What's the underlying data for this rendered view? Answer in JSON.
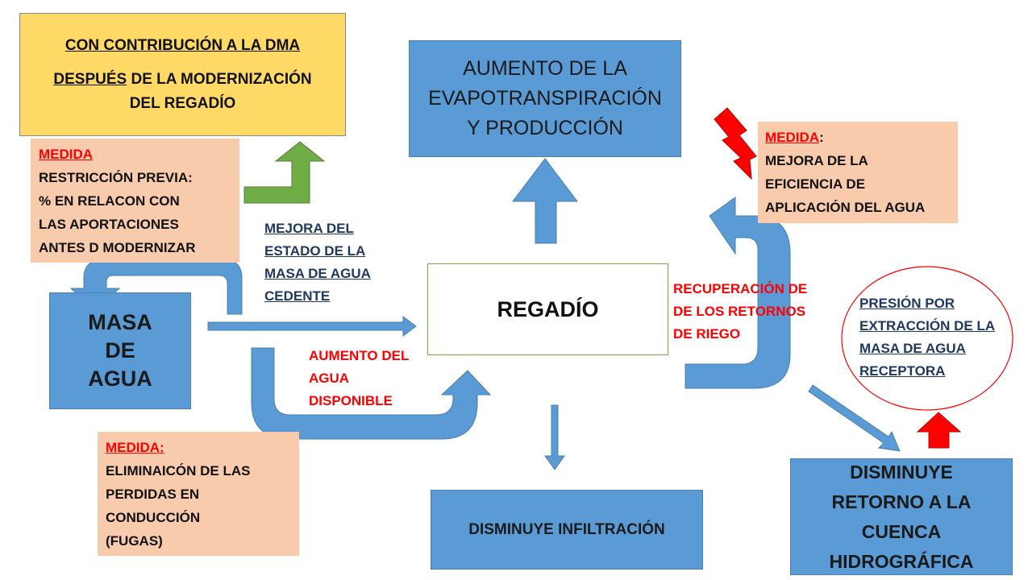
{
  "top_left": {
    "line1": "CON CONTRIBUCIÓN A LA DMA",
    "line2_underlined": "DESPUÉS",
    "line2_rest": " DE LA MODERNIZACIÓN",
    "line3": "DEL REGADÍO"
  },
  "medida_restriccion": {
    "title": "MEDIDA",
    "lines": [
      "RESTRICCIÓN PREVIA:",
      "% EN RELACON CON",
      "LAS APORTACIONES",
      "ANTES D MODERNIZAR"
    ]
  },
  "evapotranspiracion": {
    "lines": [
      "AUMENTO DE LA",
      "EVAPOTRANSPIRACIÓN",
      "Y PRODUCCIÓN"
    ]
  },
  "medida_eficiencia": {
    "title": "MEDIDA",
    "colon": ":",
    "lines": [
      "MEJORA DE LA",
      "EFICIENCIA DE",
      "APLICACIÓN DEL AGUA"
    ]
  },
  "mejora_estado": {
    "lines": [
      "MEJORA DEL",
      "ESTADO DE LA",
      "MASA DE AGUA",
      "CEDENTE"
    ]
  },
  "regadio": {
    "label": "REGADÍO"
  },
  "masa_agua": {
    "lines": [
      "MASA",
      "DE",
      "AGUA"
    ]
  },
  "recuperacion": {
    "lines": [
      "RECUPERACIÓN DE",
      "DE LOS RETORNOS",
      "DE RIEGO"
    ]
  },
  "presion": {
    "lines": [
      "PRESIÓN POR",
      "EXTRACCIÓN DE LA",
      "MASA DE AGUA",
      "RECEPTORA"
    ]
  },
  "aumento_agua": {
    "lines": [
      "AUMENTO DEL",
      "AGUA",
      "DISPONIBLE"
    ]
  },
  "medida_fugas": {
    "title": "MEDIDA:",
    "lines": [
      "ELIMINAICÓN DE LAS",
      "PERDIDAS EN",
      "CONDUCCIÓN",
      "(FUGAS)"
    ]
  },
  "infiltracion": {
    "label": "DISMINUYE INFILTRACIÓN"
  },
  "retorno": {
    "lines": [
      "DISMINUYE",
      "RETORNO A LA",
      "CUENCA",
      "HIDROGRÁFICA"
    ]
  },
  "icons": [
    "green-up-arrow-icon",
    "lightning-bolt-icon",
    "red-up-arrow-icon"
  ],
  "colors": {
    "blue_box": "#5b9bd5",
    "peach_box": "#f8cbad",
    "yellow_box": "#ffd966",
    "green_arrow": "#70ad47",
    "red_text": "#ff0000",
    "navy_text": "#1f3864"
  }
}
